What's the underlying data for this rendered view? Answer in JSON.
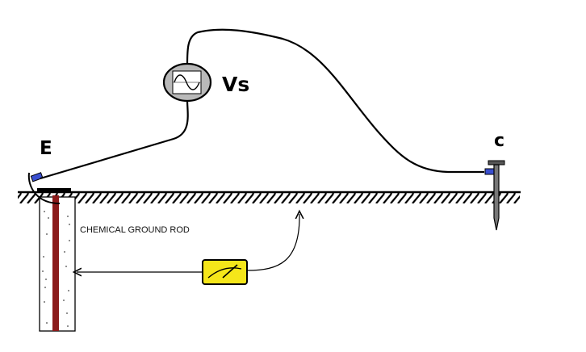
{
  "labels": {
    "electrode": "E",
    "source": "Vs",
    "current_probe": "c",
    "rod": "CHEMICAL GROUND ROD"
  },
  "colors": {
    "line": "#000000",
    "rod_core": "#8b1a1a",
    "clamp": "#3a4fd0",
    "meter_fill": "#f5e61a",
    "source_fill": "#b9b9b9"
  },
  "icons": {
    "source": "ac-sine-source-icon",
    "meter": "analog-meter-icon"
  }
}
